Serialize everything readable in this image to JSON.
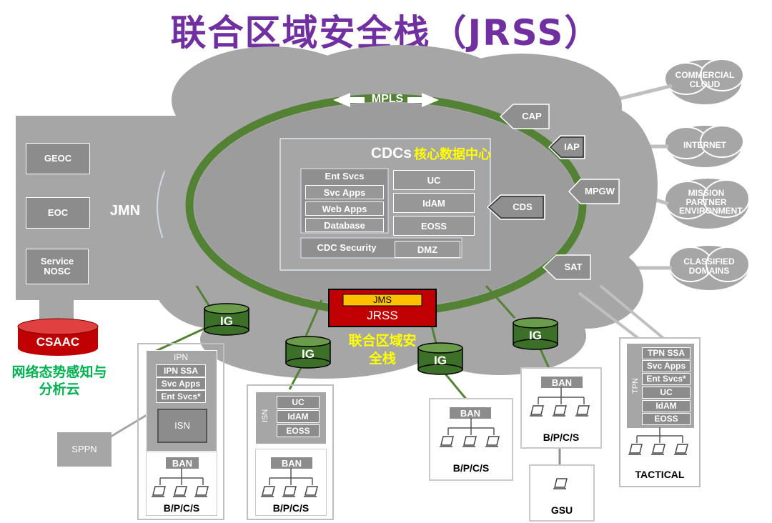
{
  "title": "联合区域安全栈（JRSS）",
  "core": {
    "mpls": "MPLS",
    "cdcs": "CDCs",
    "cdcs_cn": "核心数据中心",
    "services": [
      "Ent Svcs",
      "Svc Apps",
      "Web Apps",
      "Database"
    ],
    "right_boxes": [
      "UC",
      "IdAM",
      "EOSS"
    ],
    "cdc_security": "CDC Security",
    "dmz": "DMZ",
    "cds": "CDS"
  },
  "jmn": {
    "label": "JMN",
    "boxes": [
      "GEOC",
      "EOC",
      "Service NOSC"
    ]
  },
  "gateways": [
    "CAP",
    "IAP",
    "MPGW",
    "SAT"
  ],
  "external_clouds": [
    "COMMERCIAL CLOUD",
    "INTERNET",
    "MISSION PARTNER ENVIRONMENT",
    "CLASSIFIED DOMAINS"
  ],
  "jrss": {
    "jms": "JMS",
    "label": "JRSS",
    "cn": "联合区域安全栈"
  },
  "ig_label": "IG",
  "csaac": {
    "label": "CSAAC",
    "cn": "网络态势感知与分析云"
  },
  "sppn": "SPPN",
  "ipn": {
    "label": "IPN",
    "items": [
      "IPN SSA",
      "Svc Apps",
      "Ent Svcs*"
    ],
    "isn": "ISN"
  },
  "isn_stack": {
    "label": "ISN",
    "items": [
      "UC",
      "IdAM",
      "EOSS"
    ]
  },
  "tpn": {
    "label": "TPN",
    "items": [
      "TPN SSA",
      "Svc Apps",
      "Ent Svcs*",
      "UC",
      "IdAM",
      "EOSS"
    ]
  },
  "ban": "BAN",
  "bpcs": "B/P/C/S",
  "gsu": "GSU",
  "tactical": "TACTICAL",
  "colors": {
    "title": "#7030a0",
    "cloud": "#a6a6a6",
    "ring": "#548235",
    "jrss": "#c00000",
    "jms": "#ffc000",
    "highlight_text": "#ffff00",
    "csaac_text": "#00b050"
  }
}
